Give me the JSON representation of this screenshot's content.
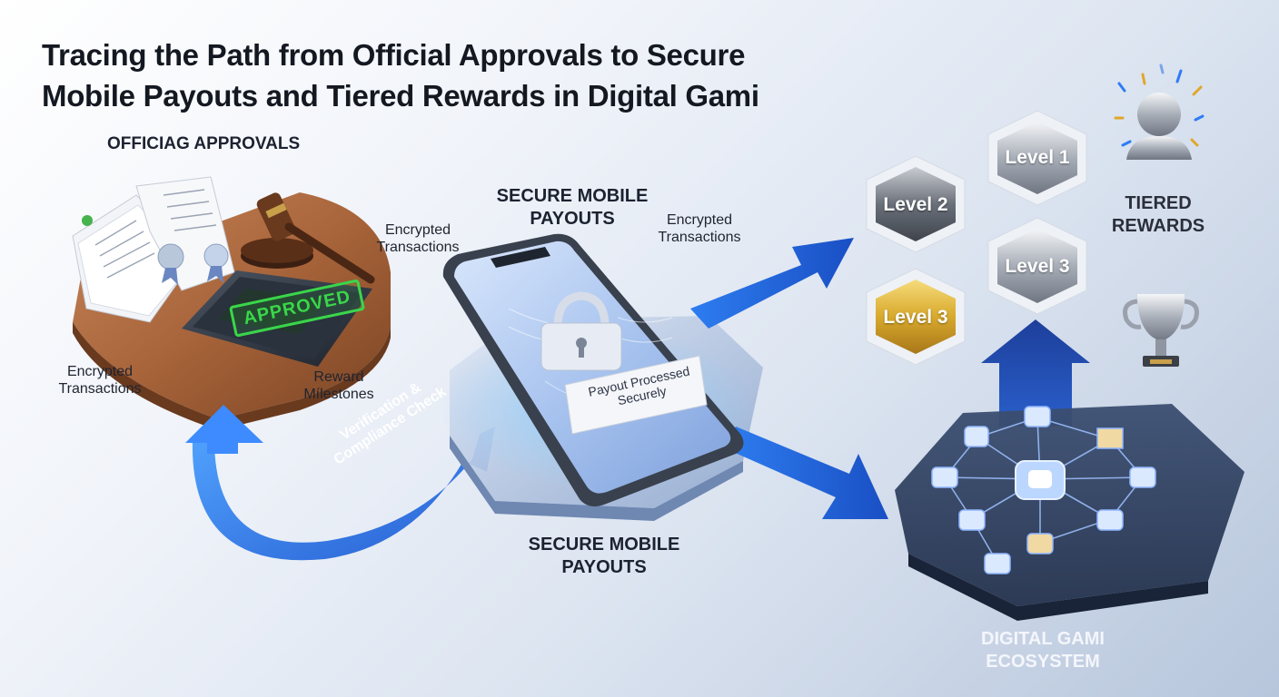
{
  "title": {
    "line1": "Tracing the Path from Official Approvals to Secure",
    "line2": "Mobile Payouts and Tiered Rewards in Digital Gami"
  },
  "labels": {
    "official_approvals": "OFFICIAG APPROVALS",
    "secure_mobile_payouts_top_line1": "SECURE MOBILE",
    "secure_mobile_payouts_top_line2": "PAYOUTS",
    "secure_mobile_payouts_bottom_line1": "SECURE MOBILE",
    "secure_mobile_payouts_bottom_line2": "PAYOUTS",
    "encrypted_left_line1": "Encrypted",
    "encrypted_left_line2": "Transactions",
    "encrypted_center_line1": "Encrypted",
    "encrypted_center_line2": "Transactions",
    "encrypted_right_line1": "Encrypted",
    "encrypted_right_line2": "Transactions",
    "reward_milestones_line1": "Reward",
    "reward_milestones_line2": "Mílestones",
    "tiered_rewards_line1": "TIERED",
    "tiered_rewards_line2": "REWARDS",
    "ecosystem_line1": "DIGITAL GAMI",
    "ecosystem_line2": "ECOSYSTEM",
    "verification_line1": "Verification &",
    "verification_line2": "Compliance Check",
    "approved_stamp": "APPROVED",
    "payout_popup_line1": "Payout Processed",
    "payout_popup_line2": "Securely"
  },
  "levels": [
    {
      "label": "Level 1",
      "tier": "silver"
    },
    {
      "label": "Level 2",
      "tier": "dark-silver"
    },
    {
      "label": "Level 3",
      "tier": "silver"
    },
    {
      "label": "Level 3",
      "tier": "gold"
    }
  ],
  "colors": {
    "arrow_blue": "#1f63d6",
    "arrow_light": "#5aa6ff",
    "gold": "#d8a92c",
    "silver": "#a8aeb8",
    "approved_green": "#3ad64a"
  }
}
